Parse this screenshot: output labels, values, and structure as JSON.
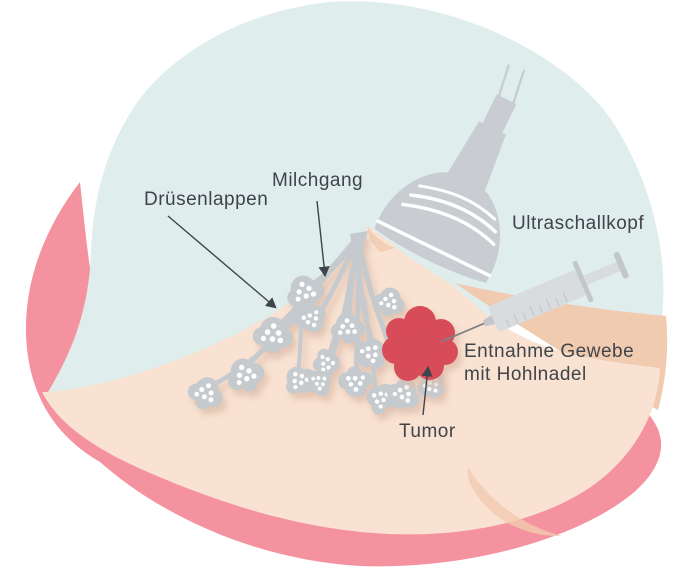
{
  "diagram": {
    "title_context": "ultrasound-guided breast biopsy illustration",
    "labels": {
      "druesenlappen": "Drüsenlappen",
      "milchgang": "Milchgang",
      "ultraschallkopf": "Ultraschallkopf",
      "entnahme_line1": "Entnahme Gewebe",
      "entnahme_line2": "mit Hohlnadel",
      "tumor": "Tumor"
    }
  },
  "colors": {
    "mint": "#DFEDEC",
    "pink": "#F4939F",
    "skin": "#F9E2D2",
    "skin_shade": "#F1CBB0",
    "gland": "#C5CACF",
    "probe": "#C9CCD1",
    "tumor": "#D84B59",
    "syringe": "#D9DCDF",
    "syringe_dark": "#C3C6CB",
    "needle": "#7E8288",
    "text": "#3F444B",
    "shadow": "#DCBBA8"
  }
}
